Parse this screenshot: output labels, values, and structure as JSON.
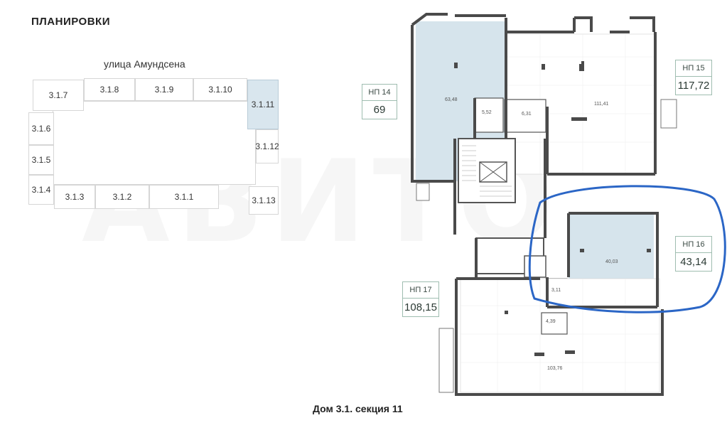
{
  "page_title": "ПЛАНИРОВКИ",
  "street": "улица Амундсена",
  "watermark": "АВИТО",
  "key_plan": {
    "cells": [
      "3.1.7",
      "3.1.8",
      "3.1.9",
      "3.1.10",
      "3.1.11",
      "3.1.6",
      "3.1.12",
      "3.1.5",
      "3.1.4",
      "3.1.3",
      "3.1.2",
      "3.1.1",
      "3.1.13"
    ],
    "active": "3.1.11"
  },
  "units": [
    {
      "label": "НП 14",
      "value": "69"
    },
    {
      "label": "НП 15",
      "value": "117,72"
    },
    {
      "label": "НП 16",
      "value": "43,14"
    },
    {
      "label": "НП 17",
      "value": "108,15"
    }
  ],
  "rooms": [
    "63,48",
    "5,52",
    "6,31",
    "111,41",
    "40,03",
    "3,11",
    "4,39",
    "103,76"
  ],
  "caption": "Дом 3.1. секция 11",
  "colors": {
    "room_fill": "#d6e4ec",
    "wall": "#4a4a4a",
    "highlight_stroke": "#2b66c6",
    "tag_border": "#9fbdb0"
  }
}
